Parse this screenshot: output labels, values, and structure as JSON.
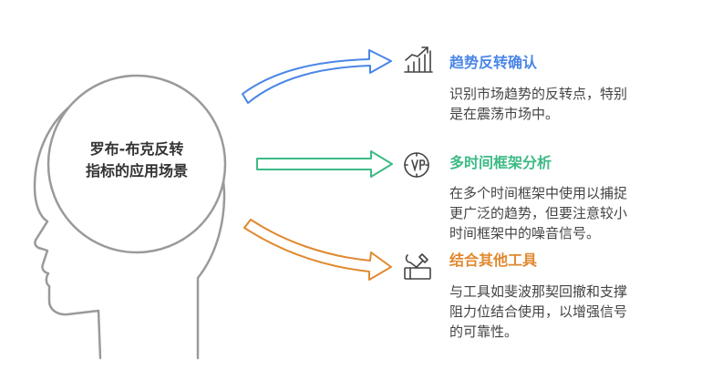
{
  "center": {
    "line1": "罗布-布克反转",
    "line2": "指标的应用场景"
  },
  "items": [
    {
      "title": "趋势反转确认",
      "desc_lines": [
        "识别市场趋势的反转点，特别",
        "是在震荡市场中。"
      ],
      "color": "#4a86e8",
      "icon": "bar-chart-trend-icon"
    },
    {
      "title": "多时间框架分析",
      "desc_lines": [
        "在多个时间框架中使用以捕捉",
        "更广泛的趋势，但要注意较小",
        "时间框架中的噪音信号。"
      ],
      "color": "#3dbb85",
      "icon": "clock-icon"
    },
    {
      "title": "结合其他工具",
      "desc_lines": [
        "与工具如斐波那契回撤和支撑",
        "阻力位结合使用，以增强信号",
        "的可靠性。"
      ],
      "color": "#e0892e",
      "icon": "tools-icon"
    }
  ]
}
